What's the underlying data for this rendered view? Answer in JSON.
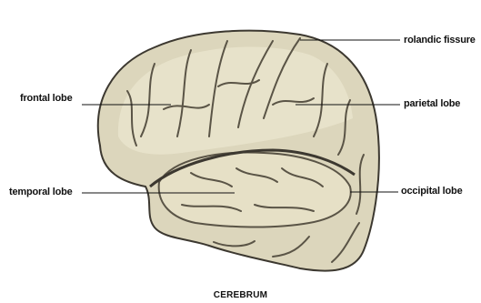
{
  "diagram": {
    "title": "CEREBRUM",
    "labels": {
      "rolandic_fissure": "rolandic fissure",
      "frontal_lobe": "frontal lobe",
      "parietal_lobe": "parietal lobe",
      "temporal_lobe": "temporal lobe",
      "occipital_lobe": "occipital lobe"
    },
    "colors": {
      "brain_fill": "#dcd6bc",
      "brain_highlight": "#f1ecd6",
      "sulcus": "#5a5446",
      "outline": "#3c3830",
      "leader_line": "#111111"
    }
  }
}
